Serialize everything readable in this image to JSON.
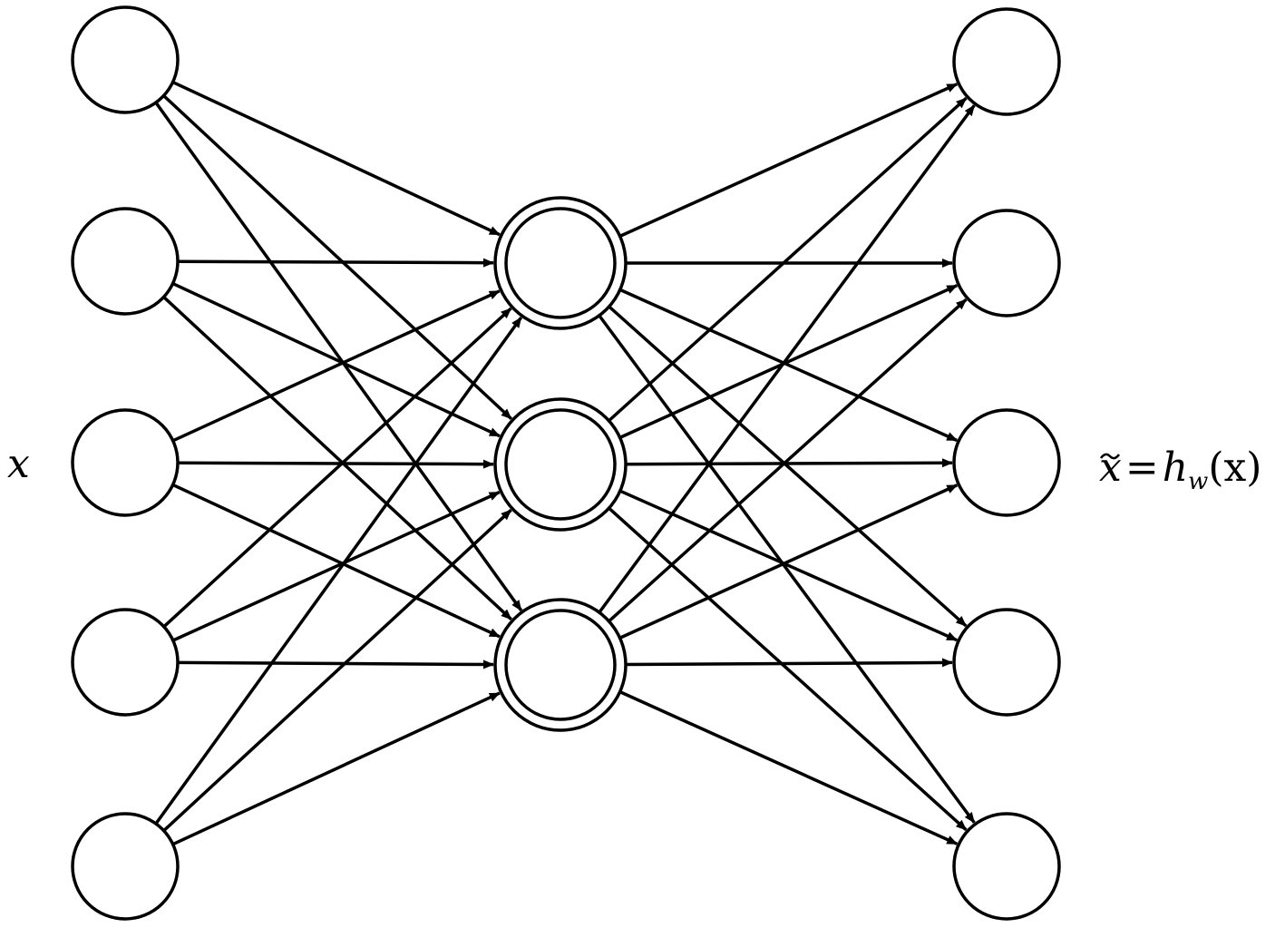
{
  "diagram": {
    "type": "autoencoder-network",
    "input_label": "x",
    "output_label": {
      "var": "x",
      "eq": "=",
      "fn": "h",
      "sub": "w",
      "arg": "(x)"
    },
    "layers": {
      "input": 5,
      "hidden": 3,
      "output": 5
    },
    "colors": {
      "stroke": "#000000",
      "fill": "#ffffff"
    }
  }
}
